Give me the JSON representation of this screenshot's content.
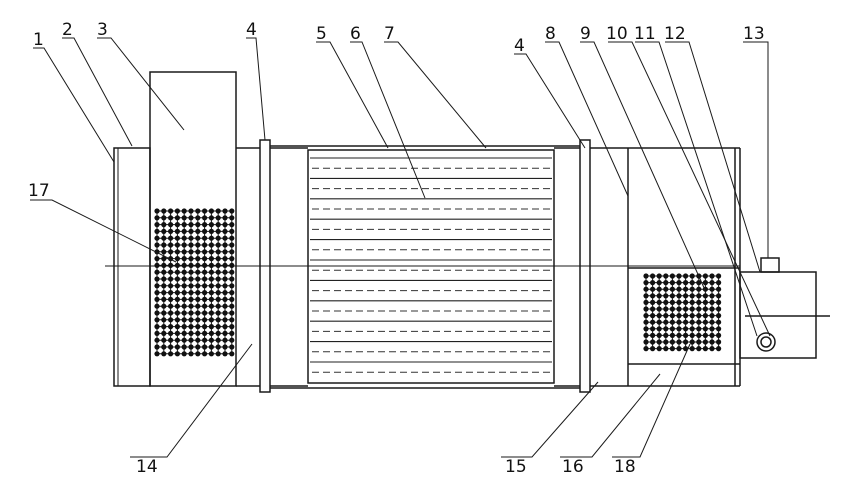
{
  "diagram": {
    "labels": {
      "l1": "1",
      "l2": "2",
      "l3": "3",
      "l4a": "4",
      "l4b": "4",
      "l5": "5",
      "l6": "6",
      "l7": "7",
      "l8": "8",
      "l9": "9",
      "l10": "10",
      "l11": "11",
      "l12": "12",
      "l13": "13",
      "l14": "14",
      "l15": "15",
      "l16": "16",
      "l17": "17",
      "l18": "18"
    },
    "colors": {
      "line": "#1a1a1a",
      "background": "#ffffff"
    }
  }
}
